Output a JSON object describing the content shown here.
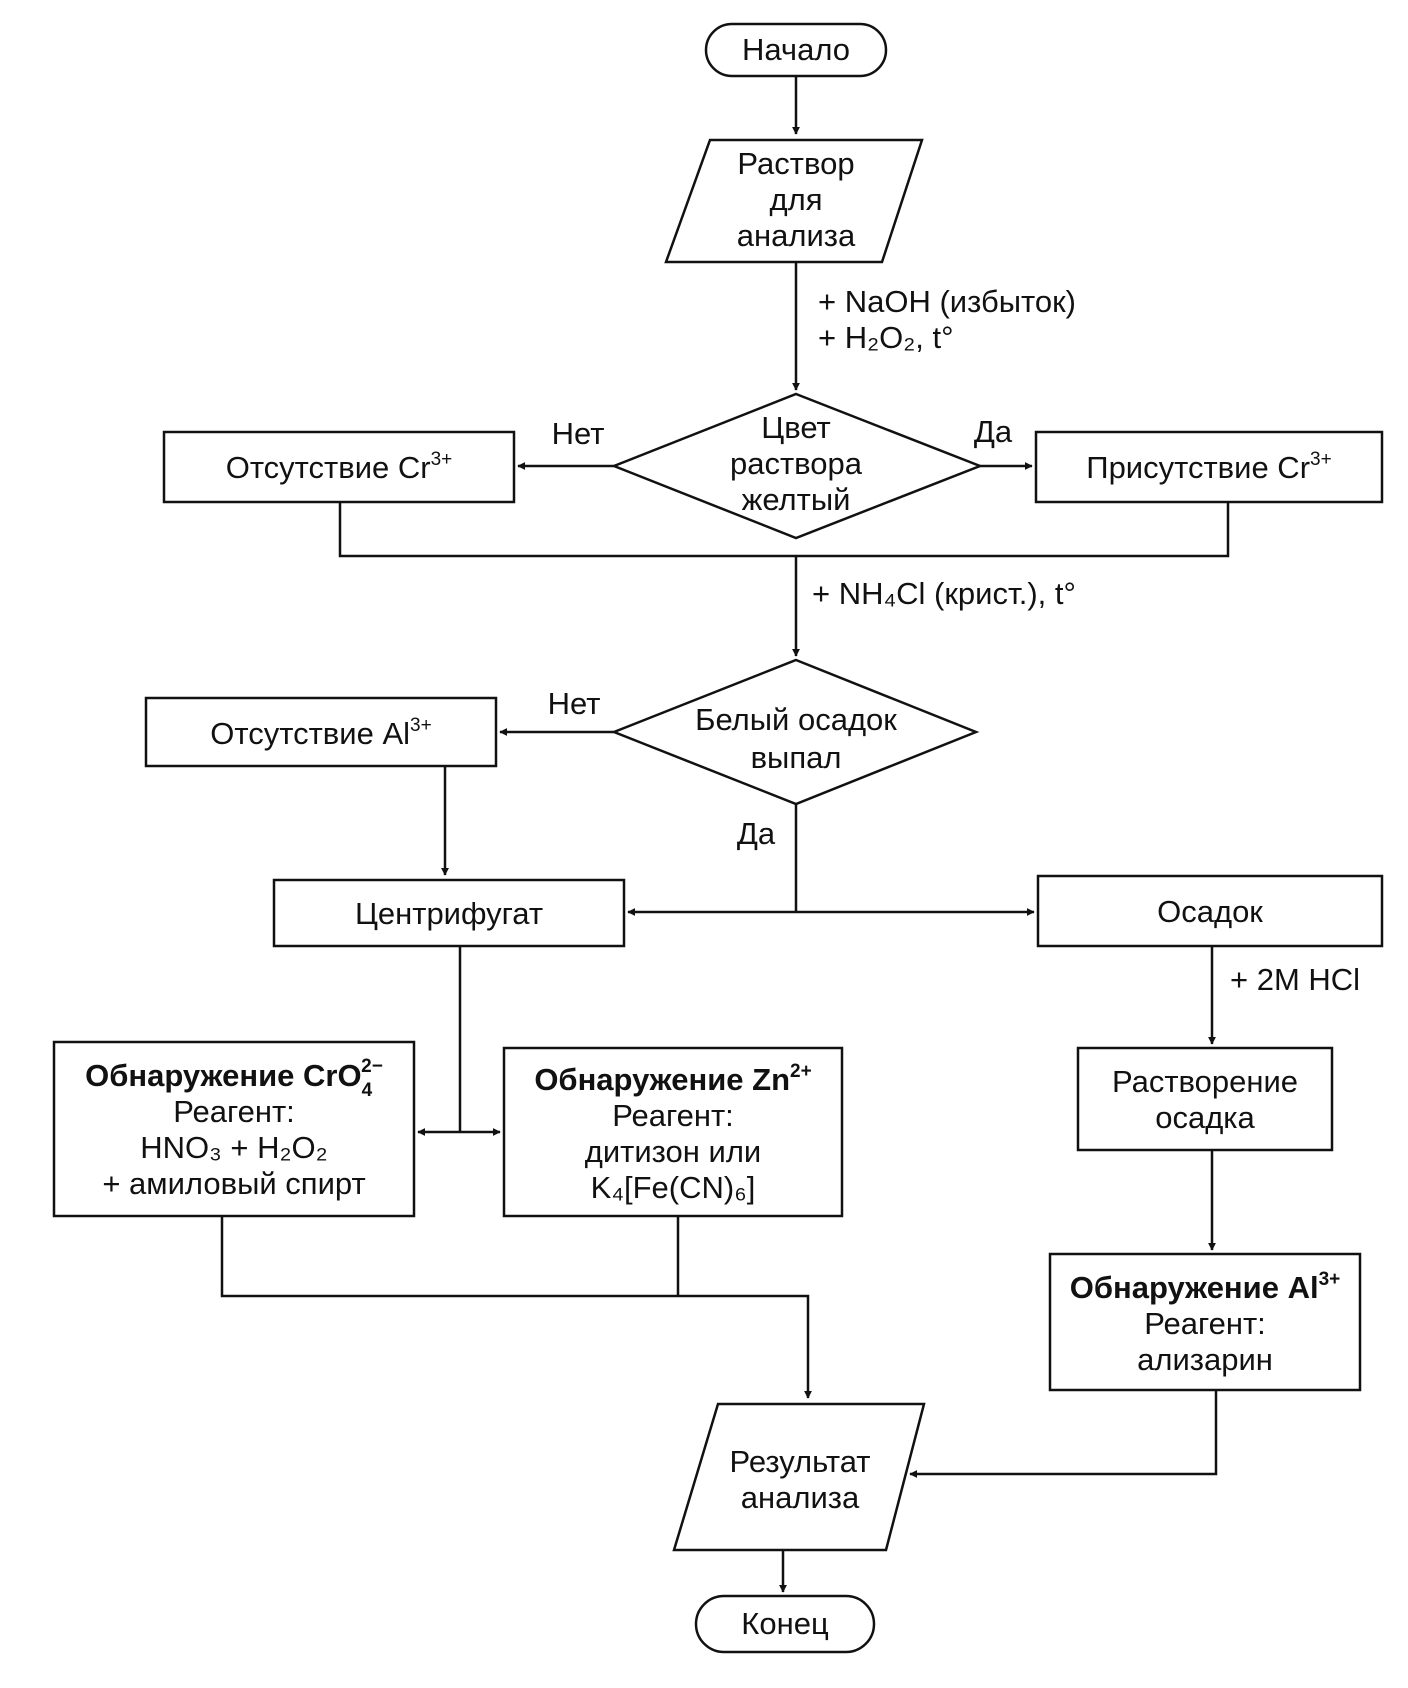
{
  "nodes": {
    "start": "Начало",
    "input": [
      "Раствор",
      "для",
      "анализа"
    ],
    "decision1": [
      "Цвет",
      "раствора",
      "желтый"
    ],
    "absent_cr": {
      "text": "Отсутствие Cr",
      "sup": "3+"
    },
    "present_cr": {
      "text": "Присутствие Cr",
      "sup": "3+"
    },
    "decision2": [
      "Белый осадок",
      "выпал"
    ],
    "absent_al": {
      "text": "Отсутствие Al",
      "sup": "3+"
    },
    "centrifugate": "Центрифугат",
    "precipitate": "Осадок",
    "detect_cro4": {
      "title": "Обнаружение CrO",
      "title_sub": "4",
      "title_sup": "2−",
      "reagent": "Реагент:",
      "line1": "HNO₃ + H₂O₂",
      "line2": "+ амиловый спирт"
    },
    "detect_zn": {
      "title": "Обнаружение Zn",
      "title_sup": "2+",
      "reagent": "Реагент:",
      "line1": "дитизон или",
      "line2": "K₄[Fe(CN)₆]"
    },
    "dissolve": [
      "Растворение",
      "осадка"
    ],
    "detect_al": {
      "title": "Обнаружение Al",
      "title_sup": "3+",
      "reagent": "Реагент:",
      "line1": "ализарин"
    },
    "result": [
      "Результат",
      "анализа"
    ],
    "end": "Конец"
  },
  "edge_labels": {
    "reagent1_line1": "+ NaOH (избыток)",
    "reagent1_line2": "+ H₂O₂, t°",
    "no1": "Нет",
    "yes1": "Да",
    "reagent2": "+ NH₄Cl (крист.), t°",
    "no2": "Нет",
    "yes2": "Да",
    "reagent3": "+ 2M HCl"
  }
}
